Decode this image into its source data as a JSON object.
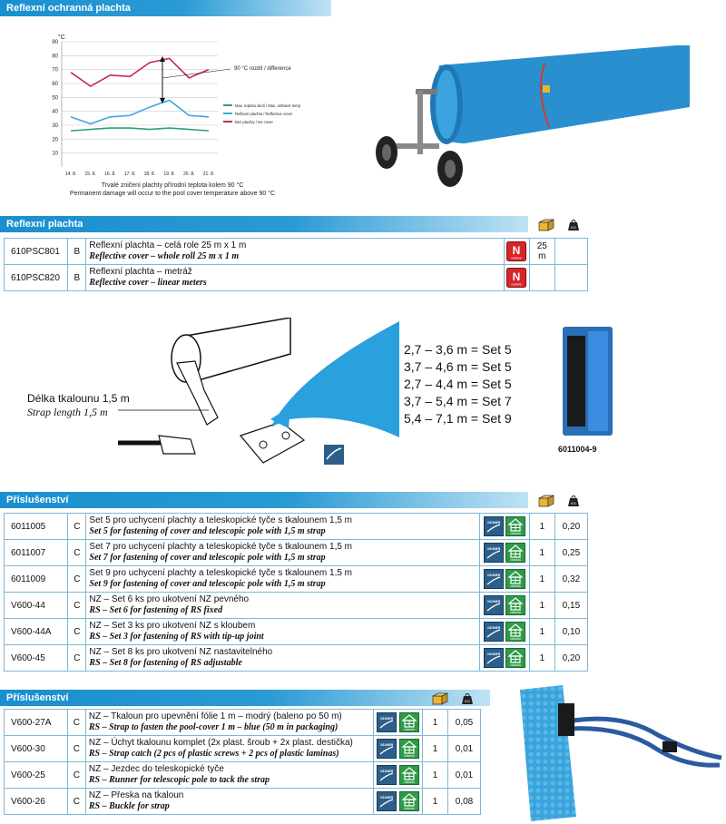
{
  "section_reflective_title": "Reflexní ochranná plachta",
  "chart_data": {
    "type": "line",
    "ylabel": "°C",
    "ylim": [
      0,
      90
    ],
    "yticks": [
      10,
      20,
      30,
      40,
      50,
      60,
      70,
      80,
      90
    ],
    "categories": [
      "14. 8.",
      "15. 8.",
      "16. 8.",
      "17. 8.",
      "18. 8.",
      "19. 8.",
      "20. 8.",
      "21. 8."
    ],
    "series": [
      {
        "name": "Max. teplota okolí / Max. ambient temp",
        "color": "#2fa36b",
        "values": [
          26,
          27,
          28,
          28,
          27,
          28,
          27,
          26
        ]
      },
      {
        "name": "Reflexní plachta / Reflective cover",
        "color": "#3aa8e0",
        "values": [
          36,
          31,
          36,
          37,
          43,
          48,
          37,
          36
        ]
      },
      {
        "name": "Bez plachty / No cover",
        "color": "#c8246a",
        "values": [
          68,
          58,
          66,
          65,
          75,
          78,
          64,
          70
        ]
      }
    ],
    "annotation": "90 °C rozdíl / difference",
    "caption_cz": "Trvalé zničení plachty přírodní teplota kolem 90 °C",
    "caption_en": "Permanent damage will occur to the pool cover temperature above 90 °C"
  },
  "table1": {
    "title": "Reflexní plachta",
    "rows": [
      {
        "code": "610PSC801",
        "cls": "B",
        "cz": "Reflexní plachta – celá role 25 m x 1 m",
        "en": "Reflective cover – whole roll 25 m x 1 m",
        "qty": "25 m",
        "kg": ""
      },
      {
        "code": "610PSC820",
        "cls": "B",
        "cz": "Reflexní plachta – metráž",
        "en": "Reflective cover – linear meters",
        "qty": "",
        "kg": ""
      }
    ]
  },
  "strap": {
    "label_cz": "Délka tkalounu 1,5 m",
    "label_en": "Strap length 1,5 m",
    "sets": [
      "2,7 – 3,6 m = Set 5",
      "3,7 – 4,6 m = Set 5",
      "2,7 – 4,4 m = Set 5",
      "3,7 – 5,4 m = Set 7",
      "5,4 – 7,1 m = Set 9"
    ],
    "product_code": "6011004-9"
  },
  "table2": {
    "title": "Příslušenství",
    "rows": [
      {
        "code": "6011005",
        "cls": "C",
        "cz": "Set 5 pro uchycení plachty a teleskopické tyče s tkalounem 1,5 m",
        "en": "Set 5 for fastening of cover and telescopic pole with 1,5 m strap",
        "qty": "1",
        "kg": "0,20"
      },
      {
        "code": "6011007",
        "cls": "C",
        "cz": "Set 7 pro uchycení plachty a teleskopické tyče s tkalounem 1,5 m",
        "en": "Set 7 for fastening of cover and telescopic pole with 1,5 m strap",
        "qty": "1",
        "kg": "0,25"
      },
      {
        "code": "6011009",
        "cls": "C",
        "cz": "Set 9 pro uchycení plachty a teleskopické tyče s tkalounem 1,5 m",
        "en": "Set 9 for fastening of cover and telescopic pole with 1,5 m strap",
        "qty": "1",
        "kg": "0,32"
      },
      {
        "code": "V600-44",
        "cls": "C",
        "cz": "NZ – Set 6 ks pro ukotvení NZ pevného",
        "en": "RS – Set 6 for fastening of RS fixed",
        "qty": "1",
        "kg": "0,15"
      },
      {
        "code": "V600-44A",
        "cls": "C",
        "cz": "NZ – Set 3 ks pro ukotvení NZ s kloubem",
        "en": "RS – Set 3 for fastening of RS with tip-up joint",
        "qty": "1",
        "kg": "0,10"
      },
      {
        "code": "V600-45",
        "cls": "C",
        "cz": "NZ – Set 8 ks pro ukotvení NZ nastavitelného",
        "en": "RS – Set 8 for fastening of RS adjustable",
        "qty": "1",
        "kg": "0,20"
      }
    ]
  },
  "table3": {
    "title": "Příslušenství",
    "rows": [
      {
        "code": "V600-27A",
        "cls": "C",
        "cz": "NZ – Tkaloun pro upevnění fólie 1 m – modrý (baleno po 50 m)",
        "en": "RS – Strap to fasten the pool-cover 1 m – blue (50 m in packaging)",
        "qty": "1",
        "kg": "0,05"
      },
      {
        "code": "V600-30",
        "cls": "C",
        "cz": "NZ – Úchyt tkalounu komplet (2x plast. šroub + 2x plast. destička)",
        "en": "RS – Strap catch (2 pcs of plastic screws + 2 pcs of plastic laminas)",
        "qty": "1",
        "kg": "0,01"
      },
      {
        "code": "V600-25",
        "cls": "C",
        "cz": "NZ – Jezdec do teleskopické tyče",
        "en": "RS – Runner for telescopic pole to tack the strap",
        "qty": "1",
        "kg": "0,01"
      },
      {
        "code": "V600-26",
        "cls": "C",
        "cz": "NZ – Přeska na tkaloun",
        "en": "RS – Buckle for strap",
        "qty": "1",
        "kg": "0,08"
      }
    ]
  },
  "icons": {
    "n_badge": "N",
    "n_badge_sub": "novinka",
    "vagner_label": "VÁGNER",
    "kg_label": "KG",
    "home_sub": "zahrada"
  }
}
